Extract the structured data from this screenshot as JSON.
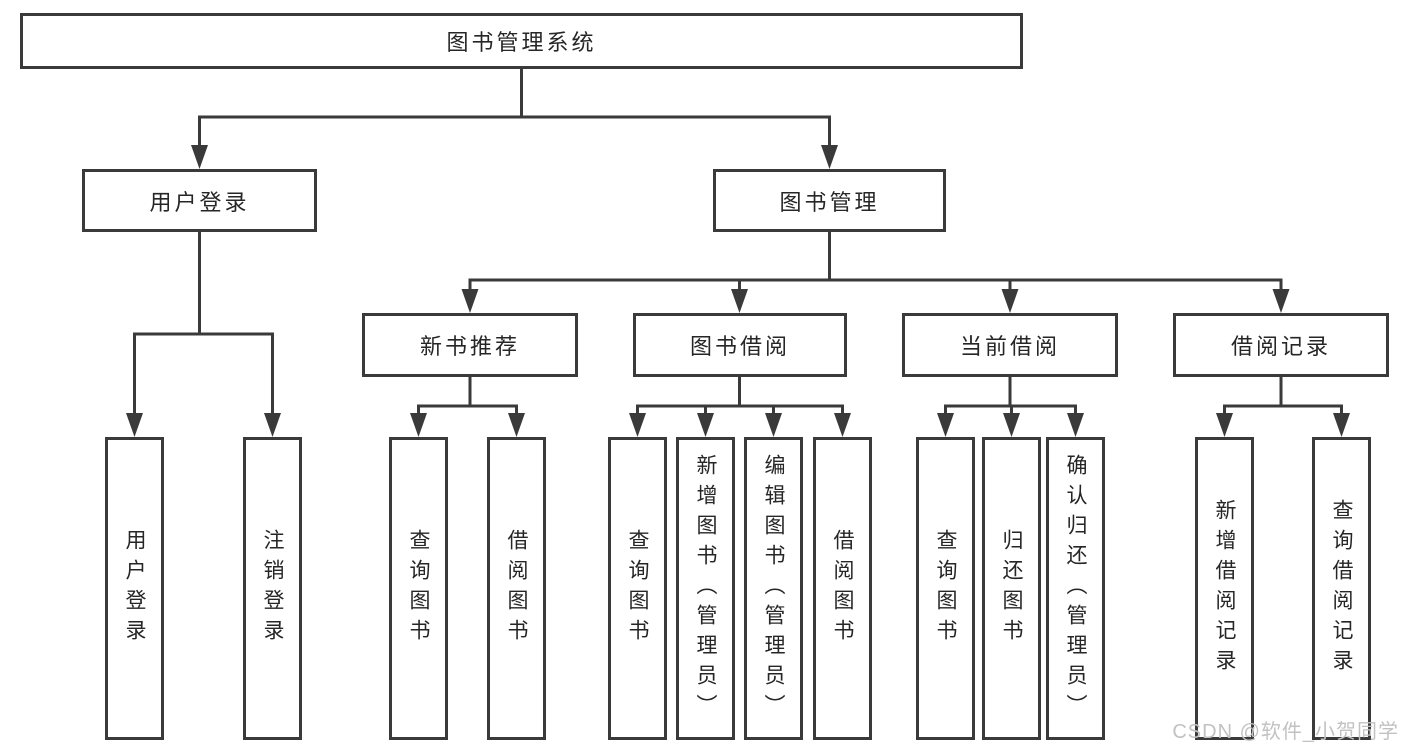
{
  "diagram_title": "图书管理系统",
  "tree": {
    "label": "图书管理系统",
    "children": [
      {
        "label": "用户登录",
        "children": [
          {
            "label": "用户登录"
          },
          {
            "label": "注销登录"
          }
        ]
      },
      {
        "label": "图书管理",
        "children": [
          {
            "label": "新书推荐",
            "children": [
              {
                "label": "查询图书"
              },
              {
                "label": "借阅图书"
              }
            ]
          },
          {
            "label": "图书借阅",
            "children": [
              {
                "label": "查询图书"
              },
              {
                "label": "新增图书（管理员）"
              },
              {
                "label": "编辑图书（管理员）"
              },
              {
                "label": "借阅图书"
              }
            ]
          },
          {
            "label": "当前借阅",
            "children": [
              {
                "label": "查询图书"
              },
              {
                "label": "归还图书"
              },
              {
                "label": "确认归还（管理员）"
              }
            ]
          },
          {
            "label": "借阅记录",
            "children": [
              {
                "label": "新增借阅记录"
              },
              {
                "label": "查询借阅记录"
              }
            ]
          }
        ]
      }
    ]
  },
  "watermark": {
    "text": "CSDN @软件_小贺同学"
  },
  "colors": {
    "line": "#3a3a3a",
    "text": "#262626",
    "watermark": "#c2c2c2",
    "background": "#ffffff"
  }
}
